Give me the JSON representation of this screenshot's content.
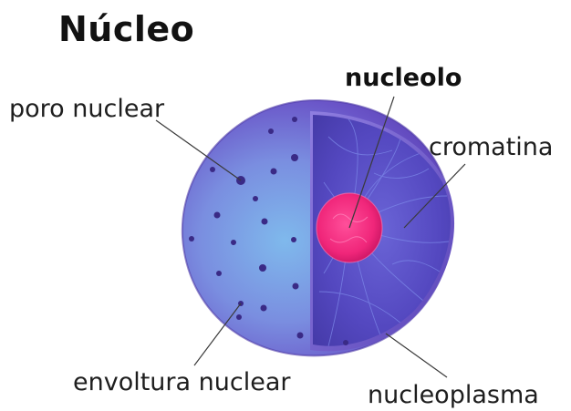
{
  "title": "Núcleo",
  "labels": {
    "poro_nuclear": "poro nuclear",
    "nucleolo": "nucleolo",
    "cromatina": "cromatina",
    "envoltura_nuclear": "envoltura nuclear",
    "nucleoplasma": "nucleoplasma"
  },
  "colors": {
    "envelope_outer": "#6a4fc4",
    "envelope_light": "#6ea6e2",
    "envelope_dark": "#4b3a9e",
    "nucleoplasm": "#5b4cc0",
    "nucleolus": "#f0267a",
    "pores": "#3a2a86",
    "leader_lines": "#3a3a3a"
  },
  "icons": {
    "nucleus": "cell-nucleus-cutaway-illustration"
  }
}
